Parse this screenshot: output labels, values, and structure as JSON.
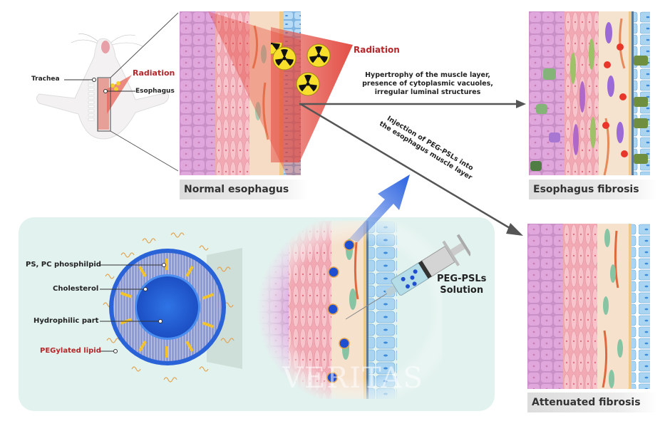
{
  "mouse_diagram": {
    "labels": {
      "trachea": "Trachea",
      "esophagus": "Esophagus",
      "radiation": "Radiation"
    }
  },
  "normal_panel": {
    "caption": "Normal esophagus",
    "radiation_label": "Radiation",
    "radiation_symbol_count": 3
  },
  "arrows": {
    "fibrosis_arrow_text": [
      "Hypertrophy of the muscle layer,",
      "presence of cytoplasmic vacuoles,",
      "irregular luminal structures"
    ],
    "treatment_arrow_text": [
      "Injection of PEG-PSLs into",
      "the esophagus muscle layer"
    ]
  },
  "fibrosis_panel": {
    "caption": "Esophagus fibrosis"
  },
  "attenuated_panel": {
    "caption": "Attenuated fibrosis"
  },
  "liposome": {
    "labels": {
      "phospholipid": "PS, PC phosphilpid",
      "cholesterol": "Cholesterol",
      "hydrophilic": "Hydrophilic part",
      "pegylated": "PEGylated lipid"
    }
  },
  "syringe": {
    "label_line1": "PEG-PSLs",
    "label_line2": "Solution"
  },
  "watermark": "VERITAS",
  "colors": {
    "radiation_red": "#b8262a",
    "panel_bg": "#e2f2ee",
    "liposome_blue": "#1f5fd6",
    "injection_arrow": "#2a62e0",
    "epithelium_pink": "#d9a2d6",
    "muscle_pink": "#f4b7c2",
    "lumen_blue": "#a9d4f2"
  }
}
